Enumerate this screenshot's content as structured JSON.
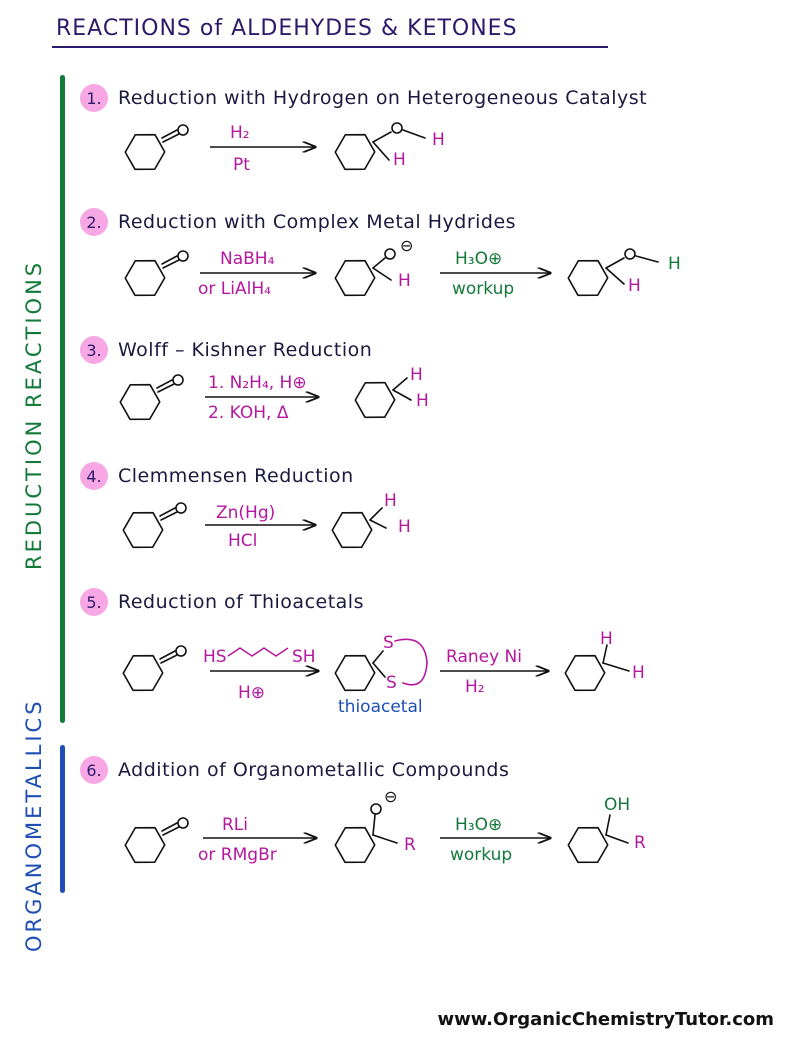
{
  "title": "REACTIONS of ALDEHYDES & KETONES",
  "side_labels": {
    "reduction": "REDUCTION REACTIONS",
    "organometallics": "ORGANOMETALLICS"
  },
  "sections": [
    {
      "num": "1.",
      "title": "Reduction with Hydrogen on Heterogeneous Catalyst",
      "reagent_top": "H₂",
      "reagent_bottom": "Pt",
      "prod_H": "H",
      "prod_OH_H": "H"
    },
    {
      "num": "2.",
      "title": "Reduction with Complex Metal Hydrides",
      "reagent_top": "NaBH₄",
      "reagent_bottom": "or LiAlH₄",
      "charge": "⊖",
      "prod_H": "H",
      "reagent2_top": "H₃O⊕",
      "reagent2_bottom": "workup",
      "final_H": "H",
      "final_OH_H": "H"
    },
    {
      "num": "3.",
      "title": "Wolff – Kishner Reduction",
      "reagent_top": "1. N₂H₄, H⊕",
      "reagent_bottom": "2. KOH, Δ",
      "prod_H1": "H",
      "prod_H2": "H"
    },
    {
      "num": "4.",
      "title": "Clemmensen Reduction",
      "reagent_top": "Zn(Hg)",
      "reagent_bottom": "HCl",
      "prod_H1": "H",
      "prod_H2": "H"
    },
    {
      "num": "5.",
      "title": "Reduction of Thioacetals",
      "reagent_top_left": "HS",
      "reagent_top_right": "SH",
      "reagent_bottom": "H⊕",
      "s1": "S",
      "s2": "S",
      "intermediate_label": "thioacetal",
      "reagent2_top": "Raney Ni",
      "reagent2_bottom": "H₂",
      "prod_H1": "H",
      "prod_H2": "H"
    },
    {
      "num": "6.",
      "title": "Addition of Organometallic Compounds",
      "reagent_top": "RLi",
      "reagent_bottom": "or RMgBr",
      "charge": "⊖",
      "prod_R": "R",
      "reagent2_top": "H₃O⊕",
      "reagent2_bottom": "workup",
      "final_OH": "OH",
      "final_R": "R"
    }
  ],
  "footer": "www.OrganicChemistryTutor.com",
  "colors": {
    "green": "#137a3a",
    "blue": "#1f4fb5",
    "pink": "#b5179e",
    "badge": "#f7a8e4"
  }
}
